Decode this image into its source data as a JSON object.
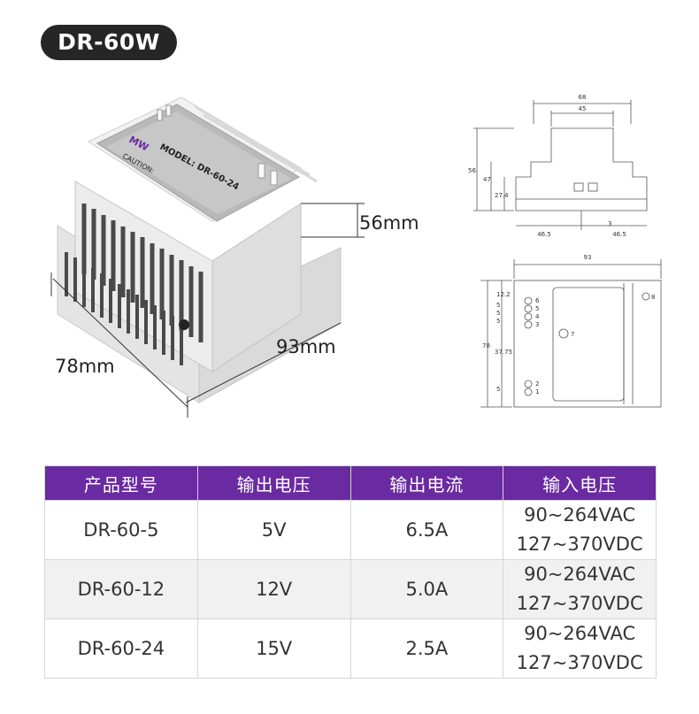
{
  "title": "DR-60W",
  "product_photo": {
    "brand_logo": "MW",
    "label_model": "MODEL: DR-60-24",
    "label_caution": "CAUTION:",
    "dim_height": "56mm",
    "dim_width": "93mm",
    "dim_depth": "78mm"
  },
  "drawing": {
    "top_view": {
      "overall": "68",
      "inner": "45",
      "height": "56",
      "body": "47",
      "rail": "27.4",
      "left": "46.5",
      "right": "46.5",
      "gap": "3"
    },
    "front_view": {
      "width": "93",
      "height": "78",
      "pitch1": "12.2",
      "pitch2": "5",
      "pitch3": "5",
      "pitch4": "5",
      "mid": "37.75",
      "bottom": "5",
      "terminals": [
        "6",
        "5",
        "4",
        "3",
        "2",
        "1"
      ],
      "indicator": "7",
      "screw": "8"
    }
  },
  "table": {
    "headers": [
      "产品型号",
      "输出电压",
      "输出电流",
      "输入电压"
    ],
    "rows": [
      {
        "model": "DR-60-5",
        "voltage": "5V",
        "current": "6.5A",
        "input_ac": "90~264VAC",
        "input_dc": "127~370VDC"
      },
      {
        "model": "DR-60-12",
        "voltage": "12V",
        "current": "5.0A",
        "input_ac": "90~264VAC",
        "input_dc": "127~370VDC"
      },
      {
        "model": "DR-60-24",
        "voltage": "15V",
        "current": "2.5A",
        "input_ac": "90~264VAC",
        "input_dc": "127~370VDC"
      }
    ]
  },
  "colors": {
    "header_purple": "#6a2aa1",
    "pill_black": "#262626",
    "alt_row": "#f1f1f1"
  }
}
